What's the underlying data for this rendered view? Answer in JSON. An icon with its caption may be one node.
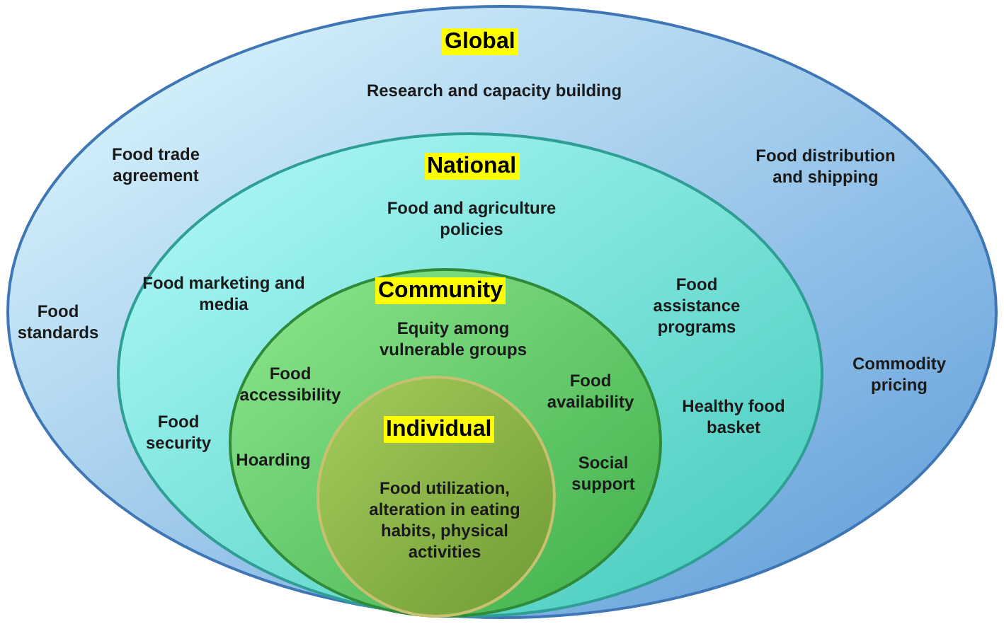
{
  "diagram": {
    "nodes": [
      {
        "text": [
          "Global",
          "Research and capacity building",
          "Food trade agreement",
          "Food distribution and shipping",
          "Food standards",
          "Commodity pricing"
        ]
      },
      {
        "text": [
          "National",
          "Food and agriculture policies",
          "Food marketing and media",
          "Food assistance programs",
          "Food security",
          "Healthy food basket"
        ],
        "in": 0
      },
      {
        "text": [
          "Community",
          "Equity among vulnerable groups",
          "Food accessibility",
          "Food availability",
          "Hoarding",
          "Social support"
        ],
        "in": 1
      },
      {
        "text": [
          "Individual",
          "Food utilization, alteration in eating habits, physical activities"
        ],
        "in": 2
      }
    ]
  }
}
